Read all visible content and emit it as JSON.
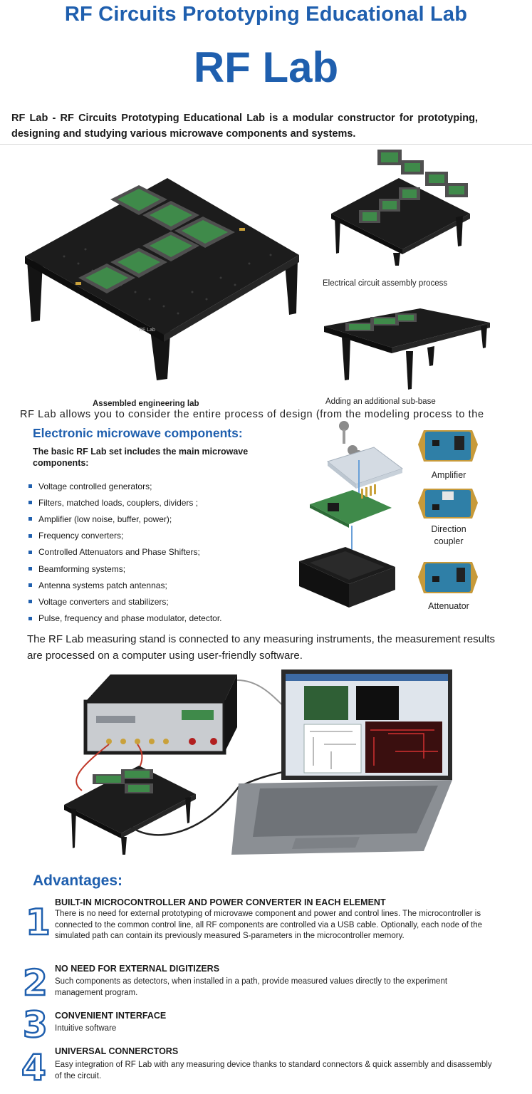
{
  "header": {
    "subtitle": "RF Circuits Prototyping Educational Lab",
    "title": "RF Lab"
  },
  "intro": "RF Lab - RF Circuits Prototyping Educational Lab is a modular constructor for prototyping, designing and studying various microwave components and systems.",
  "images": {
    "assembled_caption": "Assembled engineering lab",
    "assembly_caption": "Electrical circuit assembly process",
    "subbase_caption": "Adding an additional sub-base",
    "board_label": "RF Lab"
  },
  "design_paragraph": "RF Lab allows you to consider the entire process of design (from the modeling process to the",
  "components": {
    "title": "Electronic microwave components:",
    "subtitle": "The basic RF Lab set includes the main microwave components:",
    "items": [
      "Voltage controlled generators;",
      "Filters, matched loads, couplers, dividers ;",
      "Amplifier (low noise, buffer, power);",
      "Frequency converters;",
      "Controlled Attenuators and Phase Shifters;",
      "Beamforming systems;",
      "Antenna systems patch antennas;",
      "Voltage converters and stabilizers;",
      " Pulse, frequency and phase modulator, detector."
    ],
    "modules": {
      "amplifier": "Amplifier",
      "direction_coupler_line1": "Direction",
      "direction_coupler_line2": "coupler",
      "attenuator": "Attenuator"
    }
  },
  "measuring": "The RF Lab measuring stand is connected to any measuring instruments, the measurement results are processed on a computer using user-friendly software.",
  "advantages": {
    "title": "Advantages:",
    "items": [
      {
        "num": "1",
        "heading": "BUILT-IN MICROCONTROLLER AND POWER CONVERTER IN EACH ELEMENT",
        "body": "There is no need for external prototyping of microvawe component and power and control lines. The microcontroller is connected to the common control line, all RF components are controlled via a USB cable. Optionally, each node of the simulated path can contain its previously measured S-parameters in the microcontroller memory."
      },
      {
        "num": "2",
        "heading": "NO NEED FOR EXTERNAL DIGITIZERS",
        "body": "Such components as detectors, when installed in a path, provide measured values directly to the experiment management program."
      },
      {
        "num": "3",
        "heading": "CONVENIENT  INTERFACE",
        "body": "Intuitive software"
      },
      {
        "num": "4",
        "heading": "UNIVERSAL CONNERCTORS",
        "body": "Easy integration of RF Lab with any measuring device thanks to standard connectors & quick assembly and disassembly of the circuit."
      }
    ]
  },
  "colors": {
    "brand_blue": "#1f5fae",
    "pcb_green": "#3f8a4a",
    "board_black": "#1c1c1c"
  }
}
